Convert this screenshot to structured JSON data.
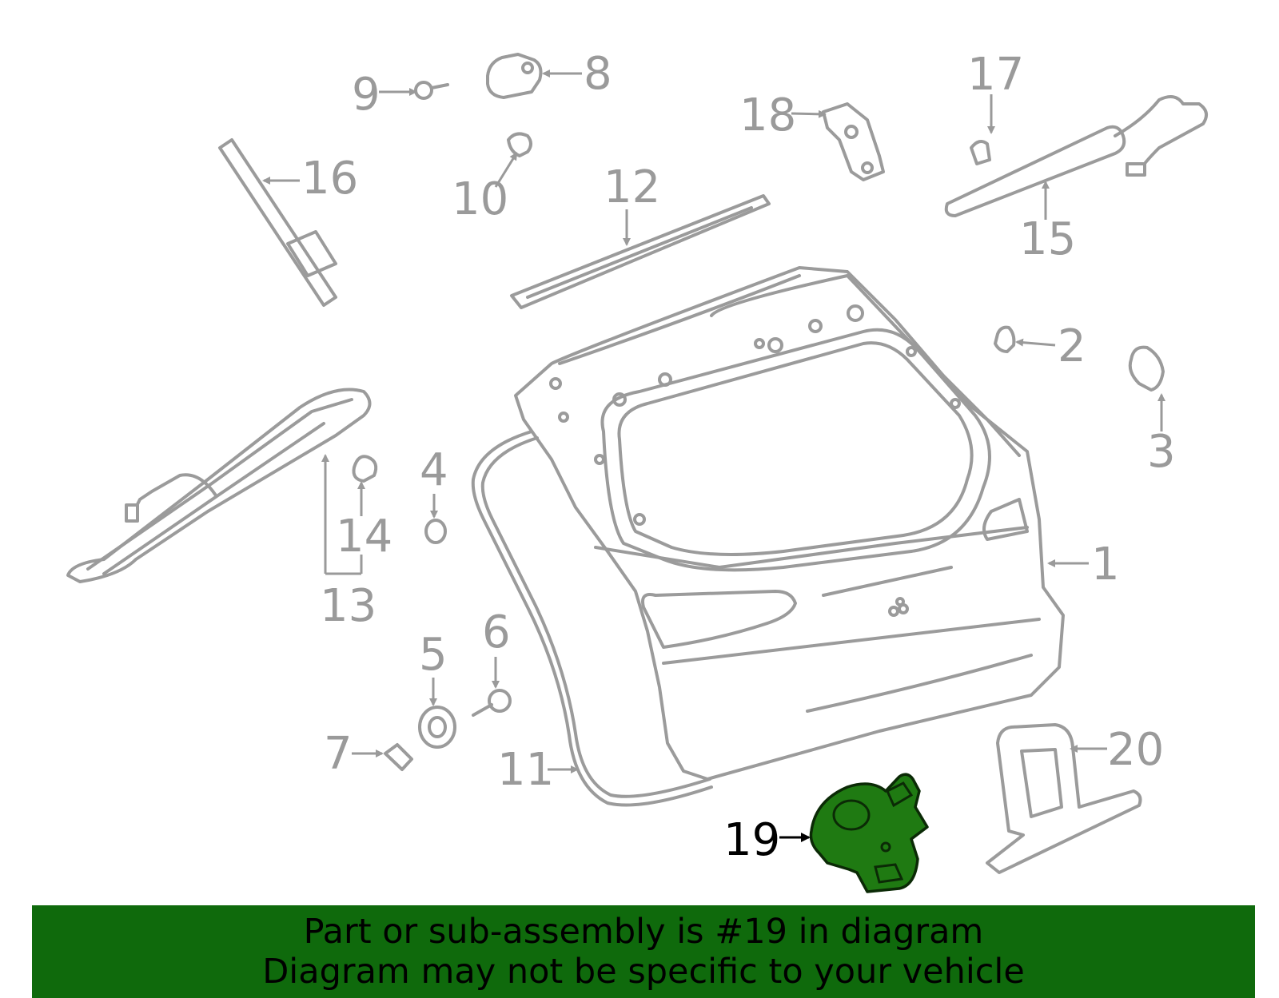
{
  "callouts": {
    "c1": "1",
    "c2": "2",
    "c3": "3",
    "c4": "4",
    "c5": "5",
    "c6": "6",
    "c7": "7",
    "c8": "8",
    "c9": "9",
    "c10": "10",
    "c11": "11",
    "c12": "12",
    "c13": "13",
    "c14": "14",
    "c15": "15",
    "c16": "16",
    "c17": "17",
    "c18": "18",
    "c19": "19",
    "c20": "20"
  },
  "highlighted_part": "19",
  "colors": {
    "part_outline": "#9b9b9b",
    "highlight_fill": "#1f7a12",
    "banner_bg": "#0f6a0c"
  },
  "banner": {
    "line1": "Part or sub-assembly is #19 in diagram",
    "line2": "Diagram may not be specific to your vehicle"
  }
}
